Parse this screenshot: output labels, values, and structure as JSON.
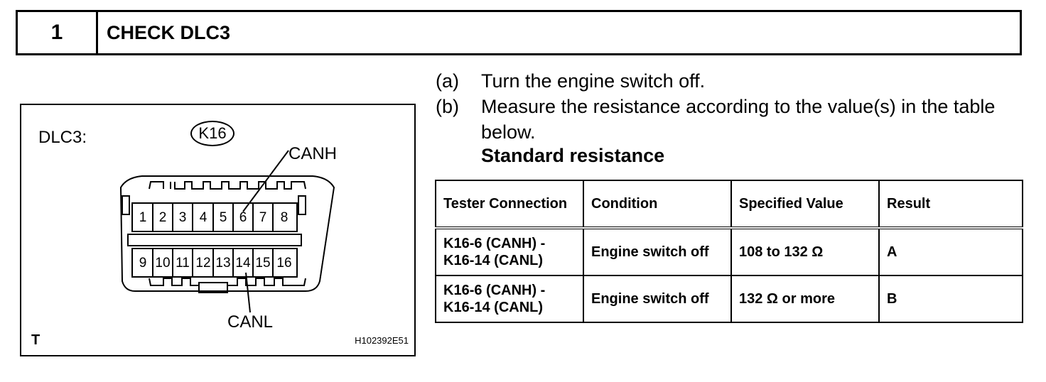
{
  "header": {
    "number": "1",
    "title": "CHECK DLC3"
  },
  "figure": {
    "title": "DLC3:",
    "connector_code": "K16",
    "canh_label": "CANH",
    "canl_label": "CANL",
    "corner_mark": "T",
    "figure_code": "H102392E51",
    "pins_top": [
      "1",
      "2",
      "3",
      "4",
      "5",
      "6",
      "7",
      "8"
    ],
    "pins_bottom": [
      "9",
      "10",
      "11",
      "12",
      "13",
      "14",
      "15",
      "16"
    ]
  },
  "steps": [
    {
      "tag": "(a)",
      "text": "Turn the engine switch off."
    },
    {
      "tag": "(b)",
      "text": "Measure the resistance according to the value(s) in the table below."
    }
  ],
  "standard_label": "Standard resistance",
  "table": {
    "headers": [
      "Tester Connection",
      "Condition",
      "Specified Value",
      "Result"
    ],
    "rows": [
      {
        "connection_1": "K16-6 (CANH) -",
        "connection_2": "K16-14 (CANL)",
        "condition": "Engine switch off",
        "value": "108 to 132 Ω",
        "result": "A"
      },
      {
        "connection_1": "K16-6 (CANH) -",
        "connection_2": "K16-14 (CANL)",
        "condition": "Engine switch off",
        "value": "132 Ω or more",
        "result": "B"
      }
    ]
  }
}
